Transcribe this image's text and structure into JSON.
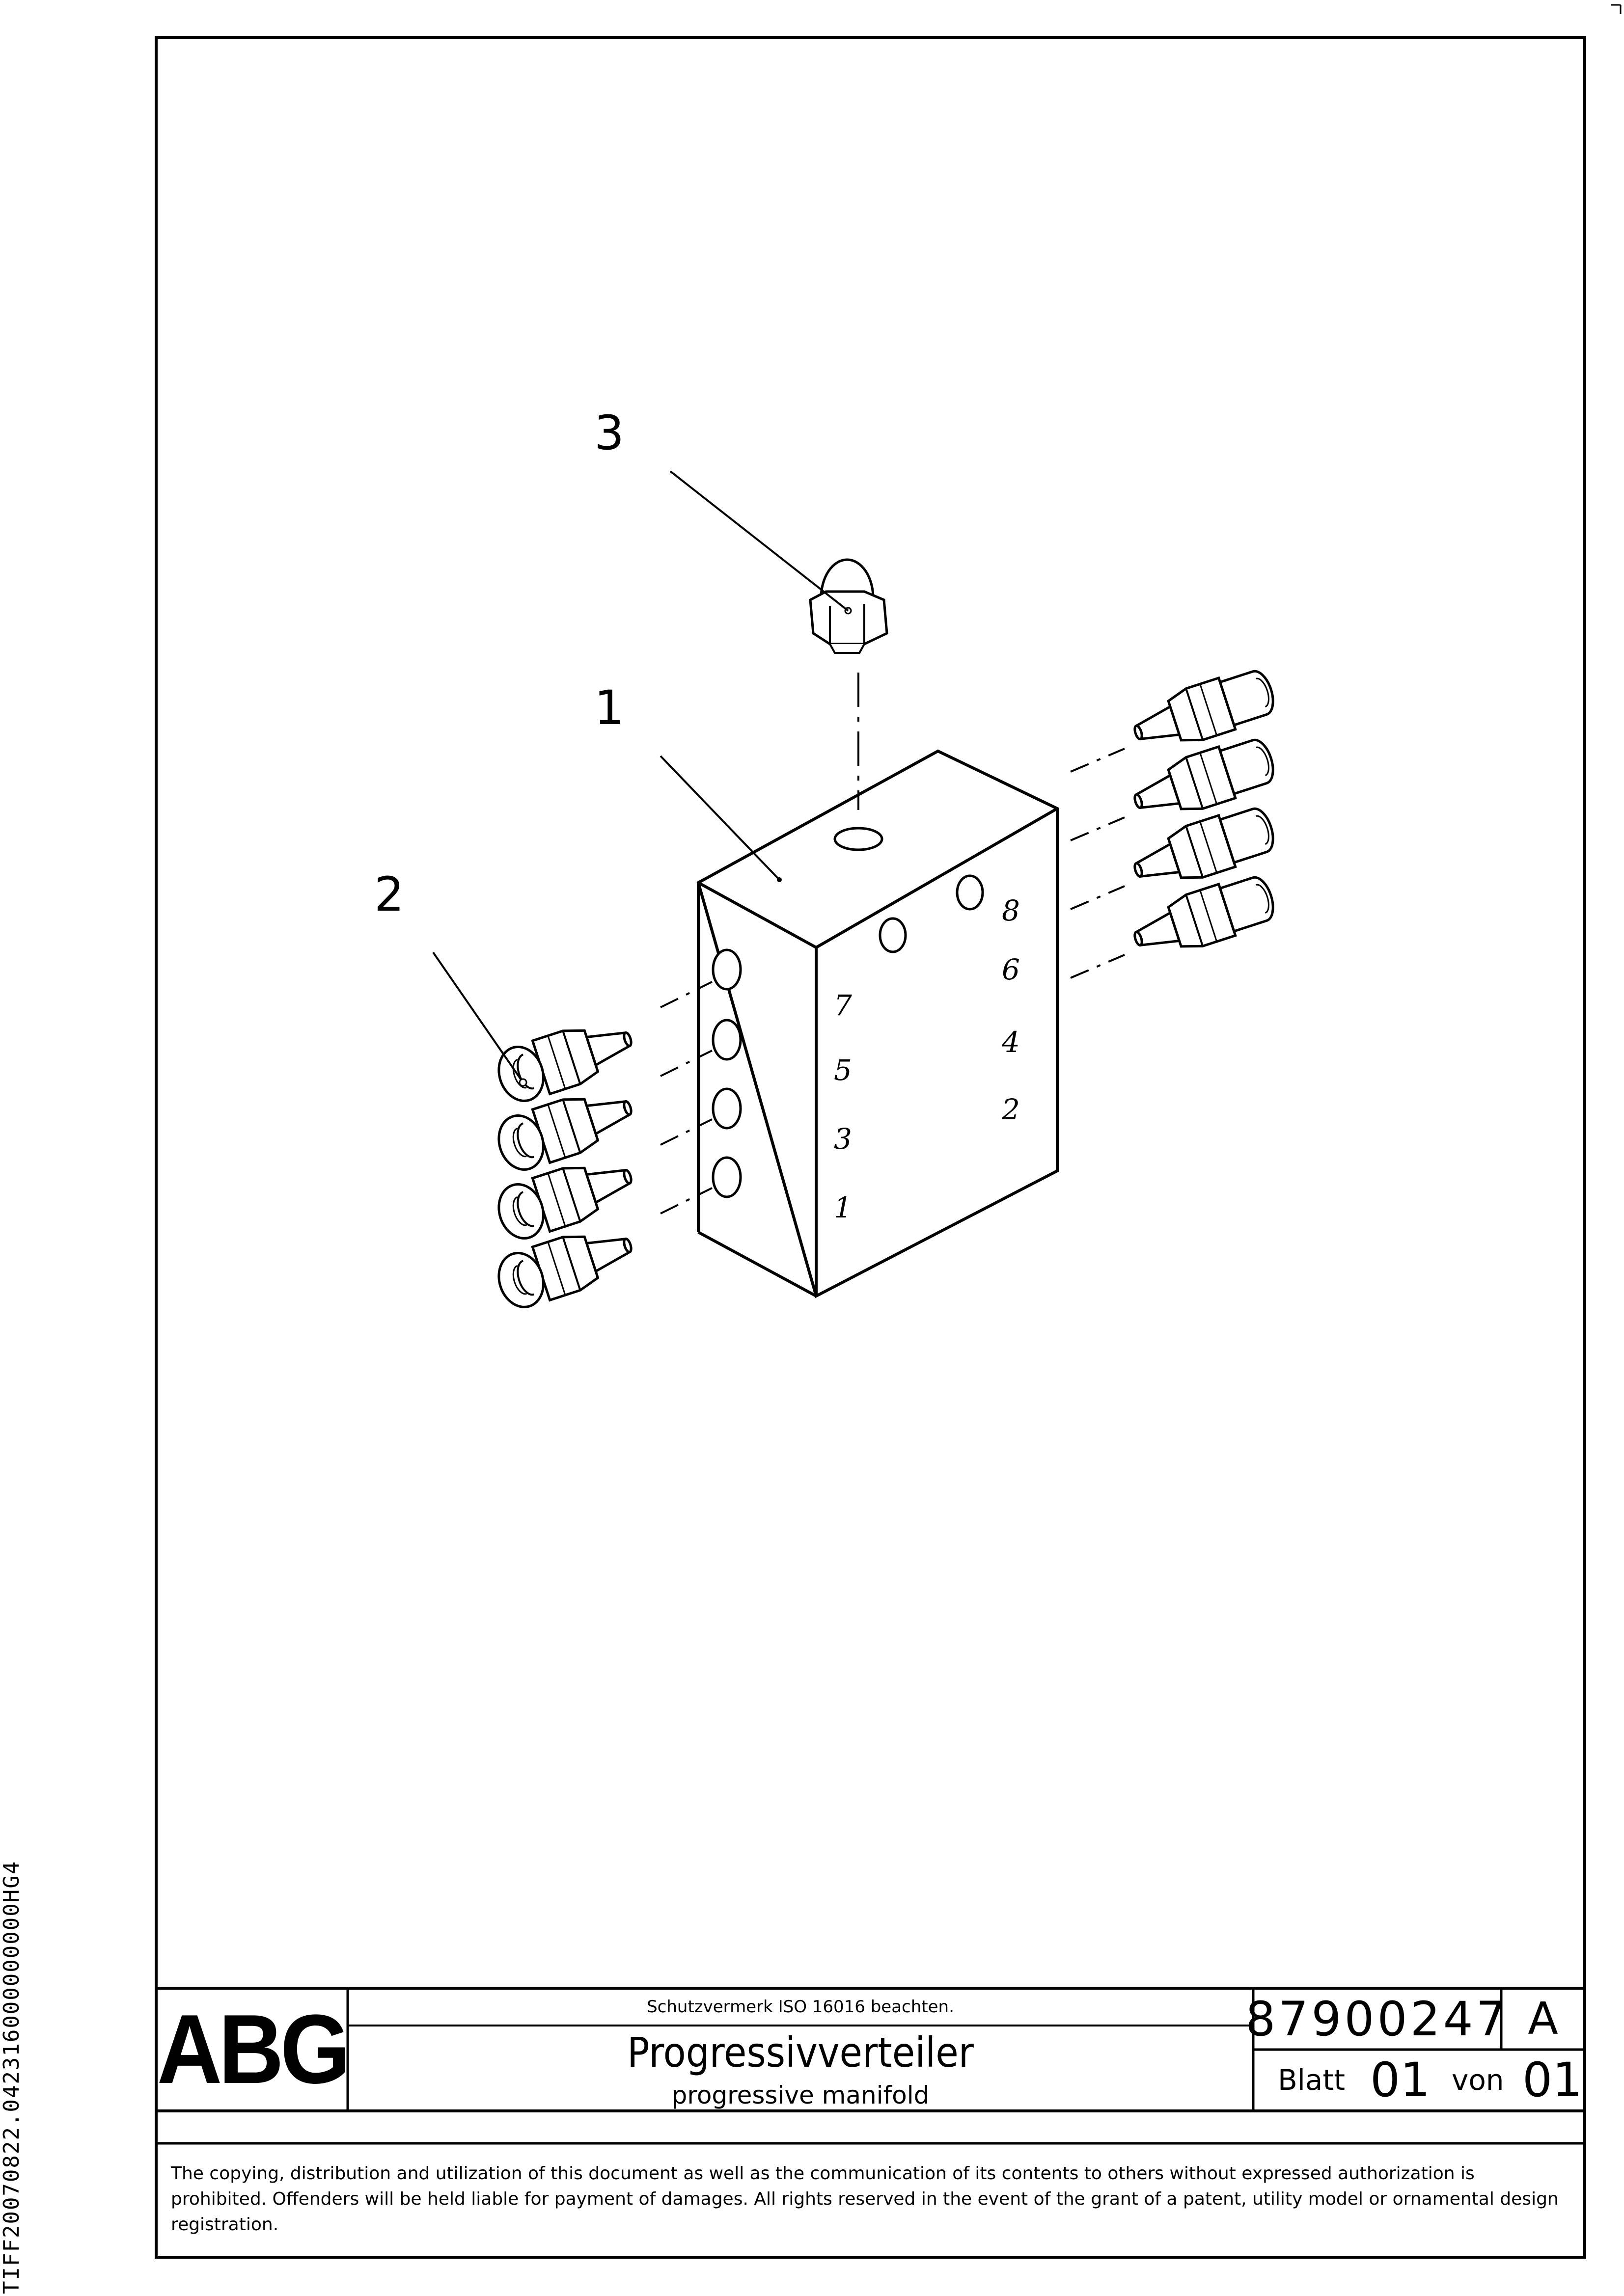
{
  "side_code": "TIFF20070822.042316000000000HG4",
  "drawing": {
    "callouts": [
      {
        "label": "1"
      },
      {
        "label": "2"
      },
      {
        "label": "3"
      }
    ],
    "port_numbers": [
      "1",
      "2",
      "3",
      "4",
      "5",
      "6",
      "7",
      "8"
    ]
  },
  "title_block": {
    "logo": "ABG",
    "protection_notice": "Schutzvermerk ISO 16016 beachten.",
    "title_de": "Progressivverteiler",
    "title_en": "progressive manifold",
    "document_number": "87900247",
    "revision": "A",
    "sheet_label": "Blatt",
    "sheet_number": "01",
    "of_label": "von",
    "sheet_total": "01"
  },
  "copyright_text": "The copying, distribution and utilization of this document as well as the communication of its contents to others without expressed authorization is prohibited. Offenders will be held liable for payment of damages. All rights reserved in the event of the grant of a patent, utility model or ornamental design registration."
}
